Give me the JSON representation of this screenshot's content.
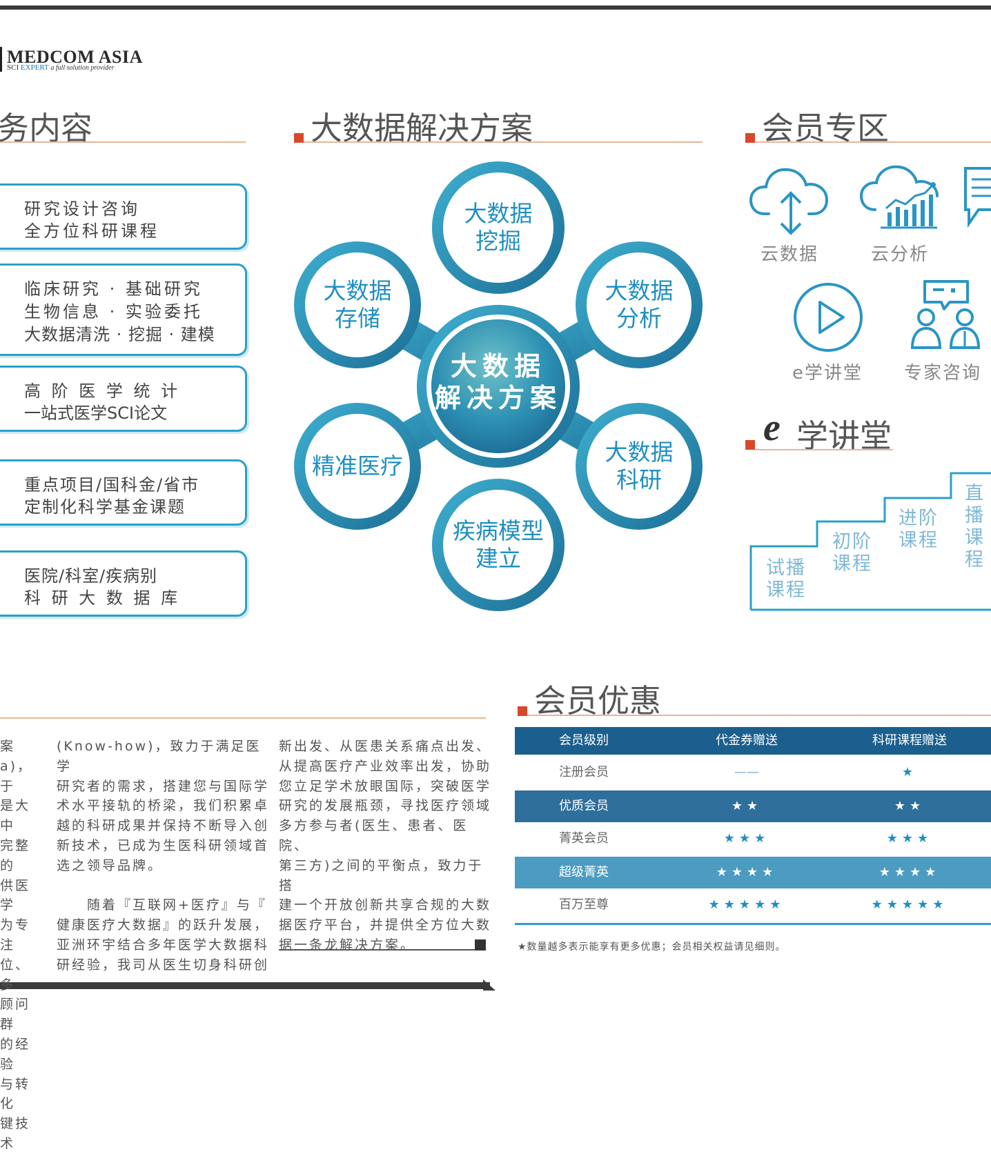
{
  "logo": {
    "name": "MEDCOM ASIA",
    "sub_sci": "SCI",
    "sub_expert": "EXPERT",
    "tagline": "a full solution provider"
  },
  "sections": {
    "services_title": "务内容",
    "bigdata_title": "大数据解决方案",
    "member_zone_title": "会员专区",
    "electure_title_e": "e",
    "electure_title": "学讲堂",
    "member_benefits_title": "会员优惠"
  },
  "services": [
    {
      "line1": "研究设计咨询",
      "line2": "全方位科研课程"
    },
    {
      "line1": "临床研究 · 基础研究",
      "line2": "生物信息 · 实验委托",
      "line3": "大数据清洗 · 挖掘 · 建模"
    },
    {
      "line1": "高 阶 医 学 统 计",
      "line2": "一站式医学SCI论文"
    },
    {
      "line1": "重点项目/国科金/省市",
      "line2": "定制化科学基金课题"
    },
    {
      "line1": "医院/科室/疾病别",
      "line2": "科 研 大 数 据 库"
    }
  ],
  "hub": {
    "center": "大数据\n解决方案",
    "nodes": {
      "top": "大数据\n挖掘",
      "upper_left": "大数据\n存储",
      "upper_right": "大数据\n分析",
      "lower_left": "精准医疗",
      "lower_right": "大数据\n科研",
      "bottom": "疾病模型\n建立"
    }
  },
  "member_icons": [
    {
      "label": "云数据",
      "icon": "cloud-transfer-icon"
    },
    {
      "label": "云分析",
      "icon": "cloud-chart-icon"
    },
    {
      "label": "e学讲堂",
      "icon": "play-icon"
    },
    {
      "label": "专家咨询",
      "icon": "consultation-icon"
    }
  ],
  "stairs": [
    {
      "label": "试播\n课程"
    },
    {
      "label": "初阶\n课程"
    },
    {
      "label": "进阶\n课程"
    },
    {
      "label": "直播\n课程"
    }
  ],
  "columns": {
    "col1": "案\na)，于\n是大中\n完整的\n供医学\n为专注\n位、多\n顾问群\n的经验\n与转化\n键技术",
    "col2": "(Know-how)，致力于满足医学\n研究者的需求，搭建您与国际学\n术水平接轨的桥梁，我们积累卓\n越的科研成果并保持不断导入创\n新技术，已成为生医科研领域首\n选之领导品牌。\n\n　　随着『互联网+医疗』与『\n健康医疗大数据』的跃升发展，\n亚洲环宇结合多年医学大数据科\n研经验，我司从医生切身科研创",
    "col3": "新出发、从医患关系痛点出发、\n从提高医疗产业效率出发，协助\n您立足学术放眼国际，突破医学\n研究的发展瓶颈，寻找医疗领域\n多方参与者(医生、患者、医院、\n第三方)之间的平衡点，致力于搭\n建一个开放创新共享合规的大数\n据医疗平台，并提供全方位大数\n据一条龙解决方案。"
  },
  "table": {
    "headers": [
      "会员级别",
      "代金券赠送",
      "科研课程赠送"
    ],
    "rows": [
      {
        "level": "注册会员",
        "voucher": "——",
        "course": "★"
      },
      {
        "level": "优质会员",
        "voucher": "★★",
        "course": "★★"
      },
      {
        "level": "菁英会员",
        "voucher": "★★★",
        "course": "★★★"
      },
      {
        "level": "超级菁英",
        "voucher": "★★★★",
        "course": "★★★★"
      },
      {
        "level": "百万至尊",
        "voucher": "★★★★★",
        "course": "★★★★★"
      }
    ],
    "note": "★数量越多表示能享有更多优惠；会员相关权益请见细则。"
  },
  "colors": {
    "accent_red": "#d9472b",
    "teal": "#2aa0c8",
    "navy": "#1b5f8e",
    "text_blue": "#1f8fc2"
  }
}
